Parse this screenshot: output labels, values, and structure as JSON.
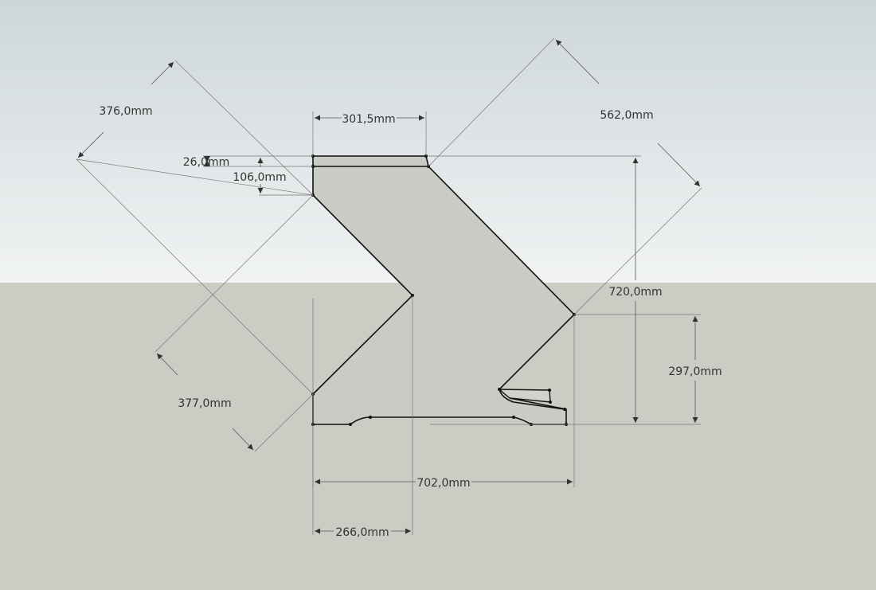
{
  "colors": {
    "sky_top": "#cdd6d8",
    "sky_bottom": "#f1f3f4",
    "ground": "#cccbc4",
    "face": "#cbcbc5",
    "edge": "#111111",
    "dimension": "#555555",
    "text": "#333333"
  },
  "dimensions": {
    "d376": "376,0mm",
    "d301": "301,5mm",
    "d562": "562,0mm",
    "d26": "26,0mm",
    "d106": "106,0mm",
    "d720": "720,0mm",
    "d297": "297,0mm",
    "d377": "377,0mm",
    "d702": "702,0mm",
    "d266": "266,0mm"
  }
}
